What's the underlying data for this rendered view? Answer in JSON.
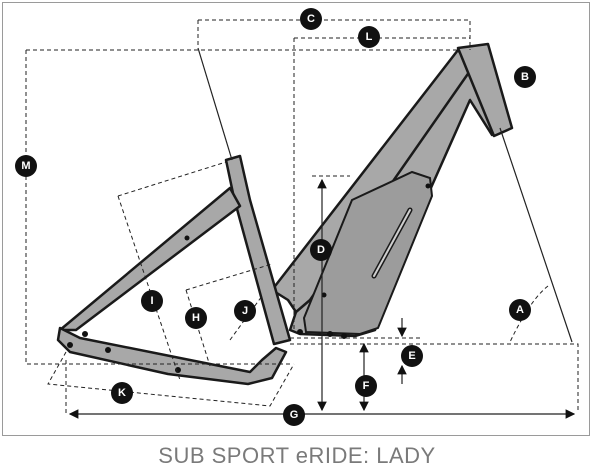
{
  "caption": "SUB SPORT eRIDE: LADY",
  "colors": {
    "frame": "#a8a8a8",
    "outline": "#1a1a1a",
    "lines": "#222222",
    "badge": "#111111",
    "caption": "#7a7a7a"
  },
  "labels": {
    "A": "A",
    "B": "B",
    "C": "C",
    "D": "D",
    "E": "E",
    "F": "F",
    "G": "G",
    "H": "H",
    "I": "I",
    "J": "J",
    "K": "K",
    "L": "L",
    "M": "M"
  }
}
